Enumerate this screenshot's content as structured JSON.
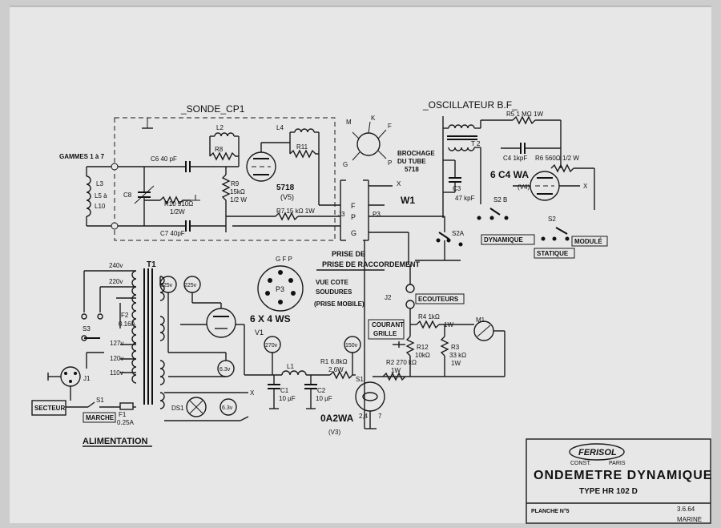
{
  "sections": {
    "sonde": "_SONDE_CP1",
    "oscillateur": "_OSCILLATEUR B.F_",
    "alimentation": "ALIMENTATION",
    "prise": "PRISE DE RACCORDEMENT",
    "vue_cote_1": "VUE COTE",
    "vue_cote_2": "SOUDURES",
    "vue_cote_3": "(PRISE MOBILE)",
    "brochage_1": "BROCHAGE",
    "brochage_2": "DU TUBE",
    "brochage_3": "5718"
  },
  "labels": {
    "gammes": "GAMMES 1 à 7",
    "l3": "L3",
    "l5": "L5 à",
    "l10": "L10",
    "c6": "C6 40 pF",
    "c8": "C8",
    "c7": "C7 40pF",
    "l2": "L2",
    "r8": "R8",
    "l4": "L4",
    "r11": "R11",
    "r9_1": "R9",
    "r9_2": "15kΩ",
    "r9_3": "1/2 W",
    "r10_1": "R10 510Ω",
    "r10_2": "1/2W",
    "v5_1": "5718",
    "v5_2": "(V5)",
    "r7": "R7 15 kΩ 1W",
    "f": "F",
    "p": "P",
    "g": "G",
    "j3": "J3",
    "p3": "P3",
    "w1": "W1",
    "x": "X",
    "pin_m": "M",
    "pin_k": "K",
    "pin_f": "F",
    "pin_g": "G",
    "pin_p": "P",
    "t2": "T 2",
    "r5": "R5 1 MΩ 1W",
    "c4": "C4 1kpF",
    "r6": "R6 560Ω 1/2 W",
    "c3_1": "C3",
    "c3_2": "47 kpF",
    "v4_1": "6 C4 WA",
    "v4_2": "(V4)",
    "s2b": "S2 B",
    "s2a": "S2A",
    "s2": "S2",
    "dynamique": "DYNAMIQUE",
    "statique": "STATIQUE",
    "module": "MODULÉ",
    "p3_pins": "G  F  P",
    "p3_label": "P3",
    "j2": "J2",
    "ecouteurs": "ECOUTEURS",
    "courant_1": "COURANT",
    "courant_2": "GRILLE",
    "r4": "R4 1kΩ",
    "r4_w": "1W",
    "m1": "M1",
    "r12_1": "R12",
    "r12_2": "10kΩ",
    "r3_1": "R3",
    "r3_2": "33 kΩ",
    "r3_3": "1W",
    "r2_1": "R2 270 kΩ",
    "r2_2": "1W",
    "r1_1": "R1 6.8kΩ",
    "r1_2": "2.6W",
    "v3_1": "0A2WA",
    "v3_2": "(V3)",
    "s1": "S1",
    "l1": "L1",
    "c1_1": "C1",
    "c1_2": "10 µF",
    "c2_1": "C2",
    "c2_2": "10 µF",
    "v1_1": "6 X 4 WS",
    "v1_2": "V1",
    "m225a": "225v",
    "m225b": "225v",
    "m270": "270v",
    "m150": "150v",
    "m63a": "6.3v",
    "m63b": "6.3v",
    "t1": "T1",
    "v240": "240v",
    "v220": "220v",
    "v127": "127v",
    "v120": "120v",
    "v110": "110v",
    "s3": "S3",
    "f2_1": "F2",
    "f2_2": "0.16A",
    "f1_1": "F1",
    "f1_2": "0.25A",
    "j1": "J1",
    "secteur": "SECTEUR",
    "marche": "MARCHE",
    "ds1": "DS1"
  },
  "title_block": {
    "brand": "FERISOL",
    "brand_left": "CONST.",
    "brand_right": "PARIS",
    "title": "ONDEMETRE DYNAMIQUE",
    "type": "TYPE  HR 102 D",
    "planche": "PLANCHE N°5",
    "date": "3.6.64",
    "marine": "MARINE"
  }
}
